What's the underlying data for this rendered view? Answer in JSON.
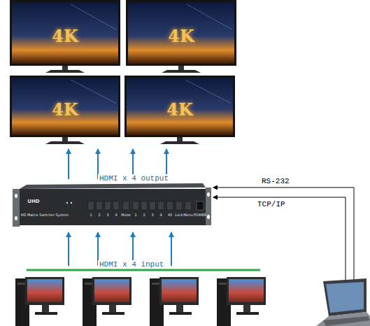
{
  "diagram": {
    "nodes": [
      {
        "text": [
          "4K"
        ]
      },
      {
        "text": [
          "4K"
        ]
      },
      {
        "text": [
          "4K"
        ]
      },
      {
        "text": [
          "4K"
        ]
      },
      {
        "text": [
          "UHD",
          "HD Matrix Switcher System",
          "1",
          "2",
          "3",
          "4",
          "Mode",
          "1",
          "2",
          "3",
          "4",
          "All",
          "Lock",
          "Menu",
          "POWER"
        ]
      }
    ],
    "edges": [
      {
        "from": 4,
        "to": 0,
        "arrow": "to"
      },
      {
        "from": 4,
        "to": 1,
        "arrow": "to"
      },
      {
        "from": 4,
        "to": 2,
        "arrow": "to"
      },
      {
        "from": 4,
        "to": 3,
        "arrow": "to"
      }
    ],
    "labels": [
      "HDMI x 4 output",
      "HDMI x 4 input",
      "RS-232",
      "TCP/IP"
    ]
  }
}
